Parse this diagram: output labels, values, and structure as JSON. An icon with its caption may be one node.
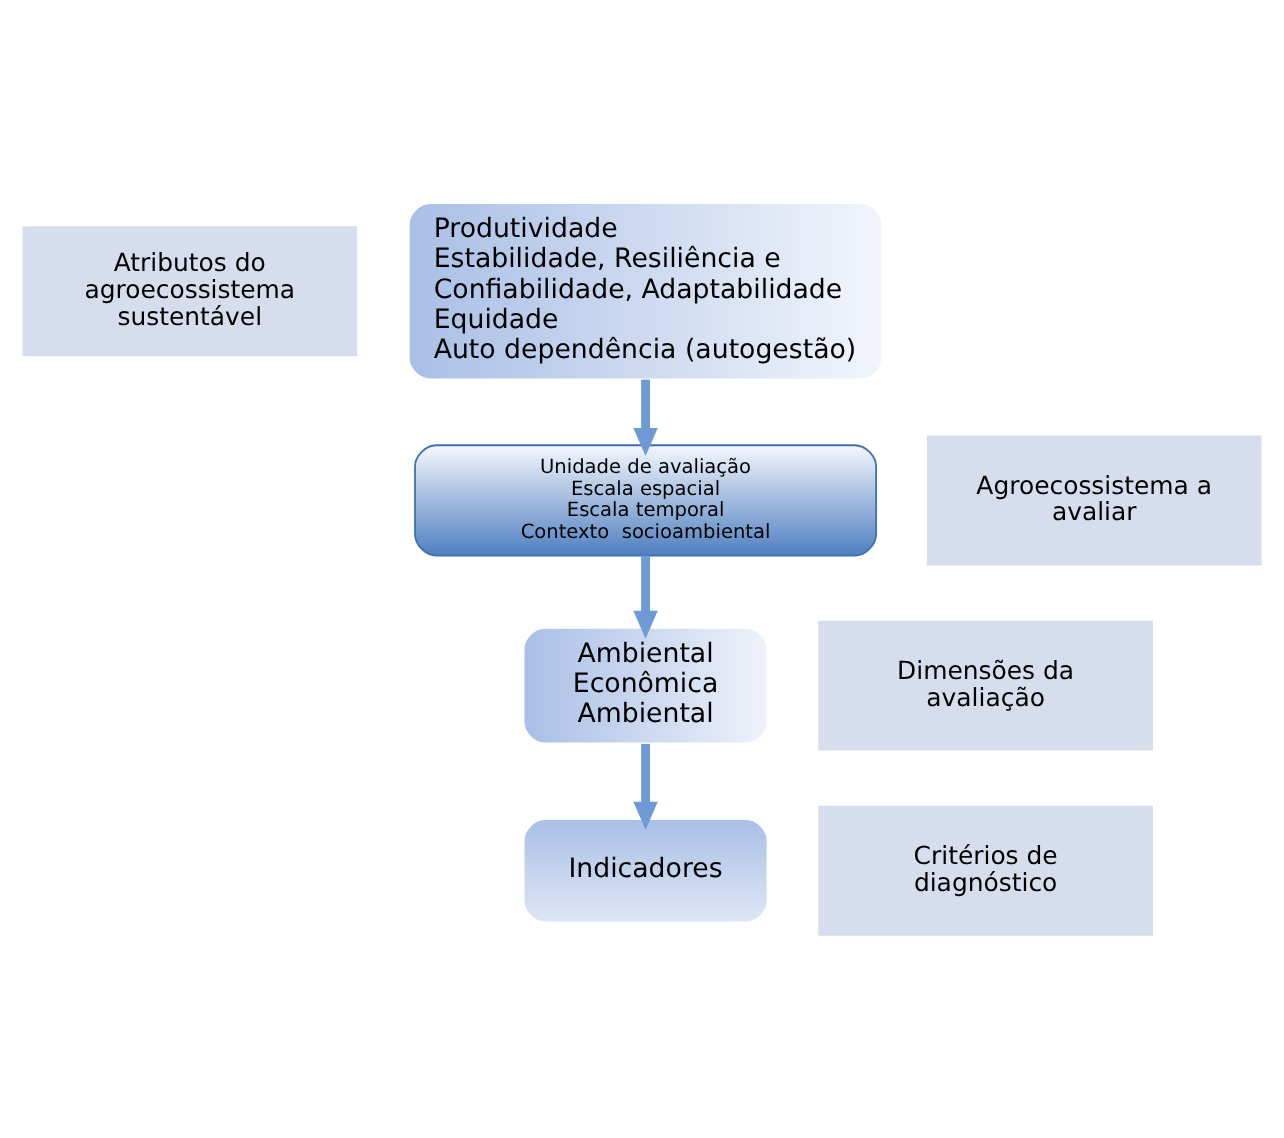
{
  "diagram": {
    "nodes": [
      {
        "text": [
          "Atributos do agroecossistema sustentável"
        ]
      },
      {
        "text": [
          "Produtividade",
          "Estabilidade, Resiliência e Confiabilidade, Adaptabilidade",
          "Equidade",
          "Auto dependência (autogestão)"
        ]
      },
      {
        "text": [
          "Agroecossistema a avaliar"
        ]
      },
      {
        "text": [
          "Unidade de avaliação",
          "Escala espacial",
          "Escala temporal",
          "Contexto  socioambiental"
        ]
      },
      {
        "text": [
          "Dimensões da avaliação"
        ]
      },
      {
        "text": [
          "Ambiental",
          "Econômica",
          "Ambiental"
        ]
      },
      {
        "text": [
          "Critérios de diagnóstico"
        ]
      },
      {
        "text": [
          "Indicadores"
        ]
      }
    ],
    "edges": [
      {
        "from": 1,
        "to": 3,
        "arrow": "to"
      },
      {
        "from": 3,
        "to": 5,
        "arrow": "to"
      },
      {
        "from": 5,
        "to": 7,
        "arrow": "to"
      }
    ]
  }
}
